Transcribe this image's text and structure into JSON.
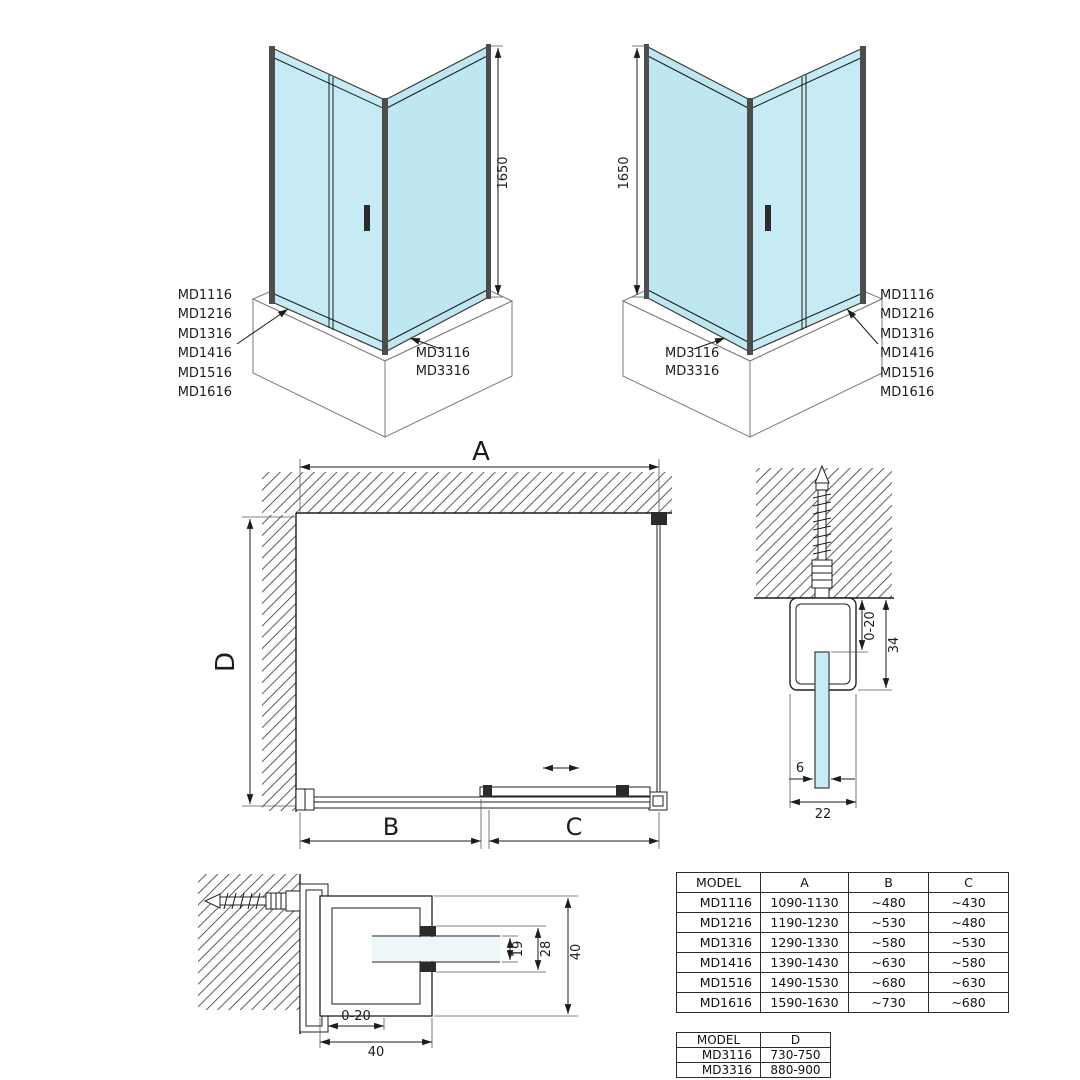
{
  "sheet": {
    "background": "#ffffff",
    "line_color": "#1c1c1c",
    "glass_color": "#c6ebf4"
  },
  "iso": {
    "height": "1650",
    "door_models": [
      "MD1116",
      "MD1216",
      "MD1316",
      "MD1416",
      "MD1516",
      "MD1616"
    ],
    "side_models": [
      "MD3116",
      "MD3316"
    ]
  },
  "plan": {
    "a": "A",
    "b": "B",
    "c": "C",
    "d": "D"
  },
  "top_detail": {
    "adjust": "0-20",
    "height": "34",
    "glass": "6",
    "width": "22"
  },
  "side_detail": {
    "glass_channel": "19",
    "channel": "28",
    "body": "40",
    "adjust": "0-20",
    "width": "40"
  },
  "tables": {
    "main": {
      "headers": [
        "MODEL",
        "A",
        "B",
        "C"
      ],
      "rows": [
        [
          "MD1116",
          "1090-1130",
          "~480",
          "~430"
        ],
        [
          "MD1216",
          "1190-1230",
          "~530",
          "~480"
        ],
        [
          "MD1316",
          "1290-1330",
          "~580",
          "~530"
        ],
        [
          "MD1416",
          "1390-1430",
          "~630",
          "~580"
        ],
        [
          "MD1516",
          "1490-1530",
          "~680",
          "~630"
        ],
        [
          "MD1616",
          "1590-1630",
          "~730",
          "~680"
        ]
      ]
    },
    "side": {
      "headers": [
        "MODEL",
        "D"
      ],
      "rows": [
        [
          "MD3116",
          "730-750"
        ],
        [
          "MD3316",
          "880-900"
        ]
      ]
    }
  }
}
